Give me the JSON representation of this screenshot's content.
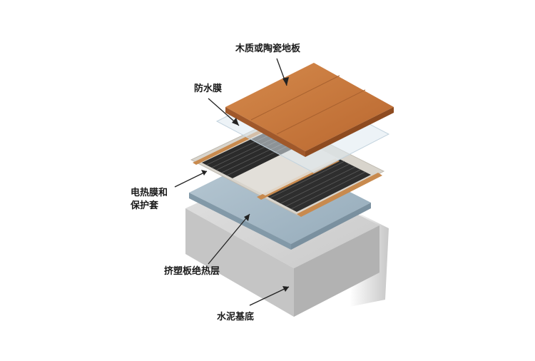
{
  "labels": {
    "floor": "木质或陶瓷地板",
    "waterproof_film": "防水膜",
    "heating_film_line1": "电热膜和",
    "heating_film_line2": "保护套",
    "xps_board": "挤塑板绝热层",
    "cement_base": "水泥基底"
  },
  "colors": {
    "wood": "#c8773d",
    "wood_dark": "#9a5424",
    "heating_film": "#2b2b2b",
    "insulation": "#a9bcc9",
    "concrete": "#d4d4d4",
    "waterproof": "#d7e3ec",
    "arrow": "#222222"
  },
  "icons": {
    "pointer": "arrow-icon"
  }
}
